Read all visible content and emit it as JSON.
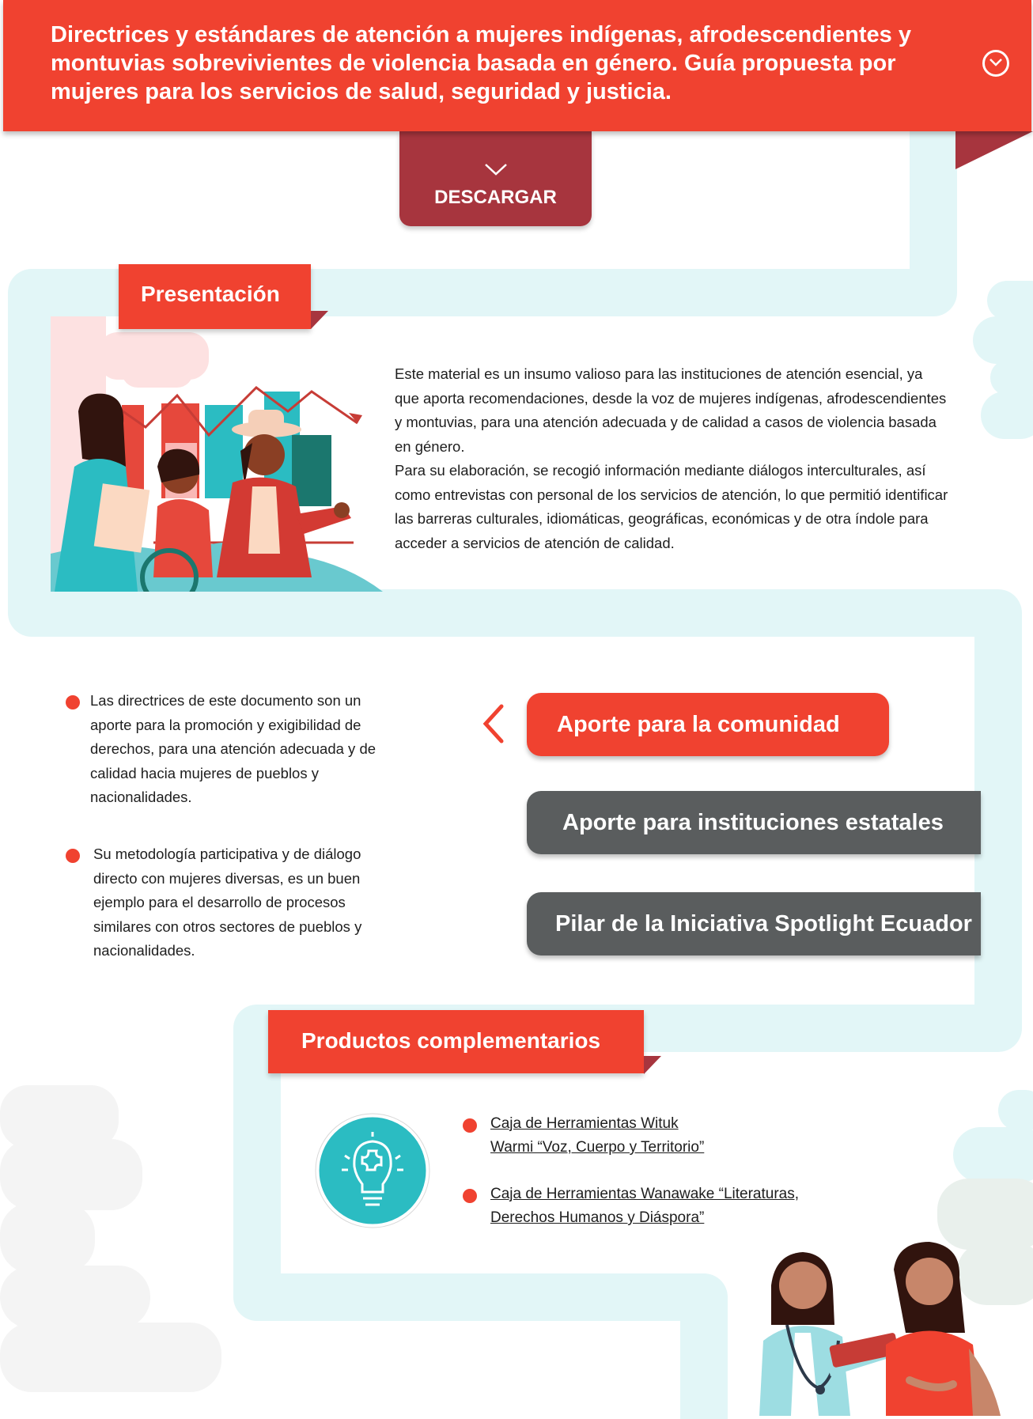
{
  "header": {
    "title": "Directrices y estándares de atención a mujeres indígenas, afrodescendientes y montuvias sobrevivientes de violencia basada en género.  Guía propuesta por mujeres para los servicios de salud, seguridad y justicia.",
    "toggle_icon": "chevron-down-circle-icon",
    "download_label": "DESCARGAR"
  },
  "presentation": {
    "label": "Presentación",
    "paragraph1": "Este material es un insumo valioso para las instituciones de atención esencial, ya que aporta recomendaciones, desde la voz de mujeres indígenas, afrodescendientes y montuvias, para una atención adecuada y de calidad a casos de violencia basada en género.",
    "paragraph2": "Para su elaboración, se recogió información mediante diálogos interculturales, así como entrevistas con personal de los servicios de atención, lo que permitió identificar las barreras culturales, idiomáticas, geográficas, económicas y de otra índole para acceder a servicios de atención de calidad."
  },
  "contributions": {
    "bullets": [
      "Las directrices de este documento son un aporte para la promoción y exigibilidad de derechos, para una atención adecuada y de calidad hacia mujeres de pueblos y nacionalidades.",
      "Su metodología participativa y de diálogo directo con mujeres diversas, es un buen ejemplo para el desarrollo de procesos similares con otros sectores de pueblos y nacionalidades."
    ],
    "tabs": [
      {
        "label": "Aporte para la comunidad",
        "active": true
      },
      {
        "label": "Aporte para instituciones estatales",
        "active": false
      },
      {
        "label": "Pilar de la Iniciativa Spotlight Ecuador",
        "active": false
      }
    ]
  },
  "products": {
    "label": "Productos complementarios",
    "links": [
      {
        "line1": "Caja de Herramientas Wituk",
        "line2": "Warmi “Voz, Cuerpo y Territorio”"
      },
      {
        "line1": "Caja de Herramientas Wanawake “Literaturas,",
        "line2": "Derechos Humanos y Diáspora”"
      }
    ],
    "icon": "lightbulb-puzzle-icon"
  },
  "colors": {
    "accent": "#f04230",
    "dark_red": "#a7353e",
    "tab_inactive": "#5a5d5e",
    "path_light": "#e2f6f7",
    "teal": "#2bbcc2"
  }
}
